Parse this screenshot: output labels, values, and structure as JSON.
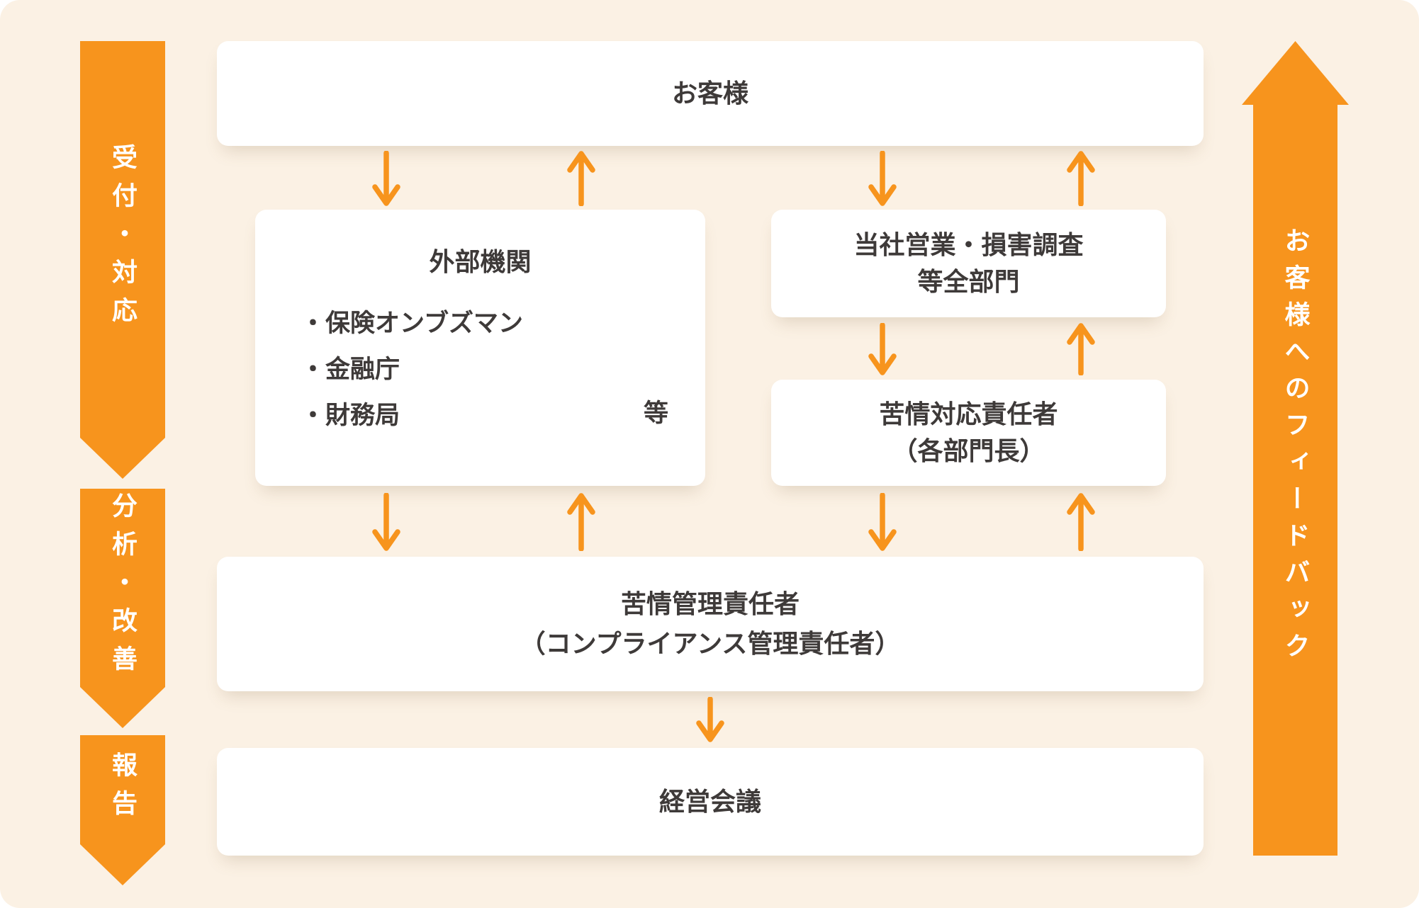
{
  "palette": {
    "orange": "#F7941D",
    "background_cream": "#FBF1E4",
    "box_white": "#FFFFFF",
    "text_ink": "#3E3A39",
    "banner_text": "#FFFFFF"
  },
  "side_labels": [
    {
      "id": "reception",
      "label": "受付・対応"
    },
    {
      "id": "analysis",
      "label": "分析・改善"
    },
    {
      "id": "report",
      "label": "報告"
    }
  ],
  "feedback_arrow": {
    "label": "お客様へのフィードバック"
  },
  "nodes": {
    "customer": {
      "label": "お客様"
    },
    "external": {
      "title": "外部機関",
      "items": [
        "・保険オンブズマン",
        "・金融庁",
        "・財務局"
      ],
      "etc": "等"
    },
    "departments": {
      "line1": "当社営業・損害調査",
      "line2": "等全部門"
    },
    "complaint_officer": {
      "line1": "苦情対応責任者",
      "line2": "（各部門長）"
    },
    "complaint_manager": {
      "line1": "苦情管理責任者",
      "line2": "（コンプライアンス管理責任者）"
    },
    "management": {
      "label": "経営会議"
    }
  }
}
